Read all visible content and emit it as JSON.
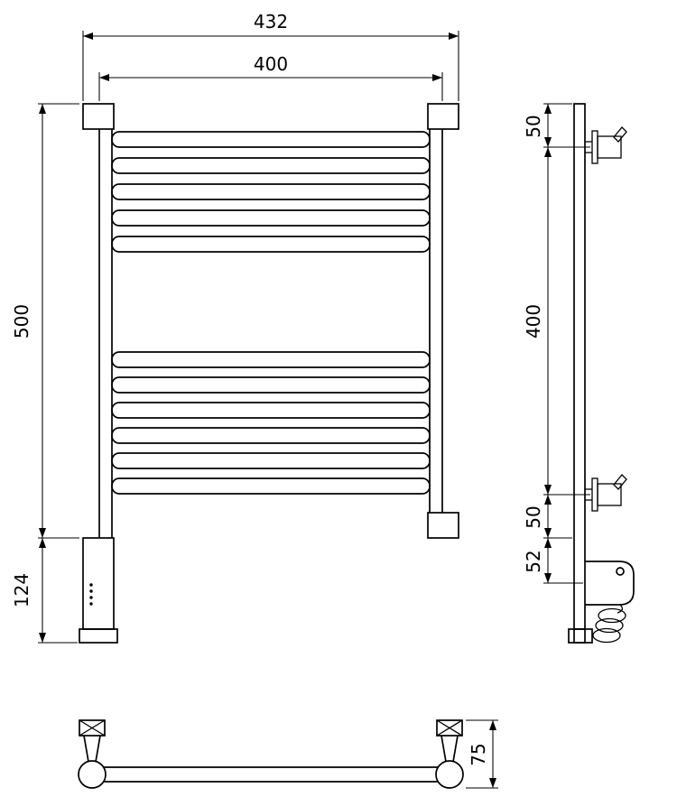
{
  "colors": {
    "line": "#000000",
    "background": "#ffffff"
  },
  "front_view": {
    "overall_width": "432",
    "rail_width": "400",
    "body_height": "500",
    "base_height": "124"
  },
  "side_view": {
    "top_offset": "50",
    "bracket_spacing": "400",
    "bottom_offset": "50",
    "unit_offset": "52"
  },
  "top_view": {
    "depth": "75"
  }
}
